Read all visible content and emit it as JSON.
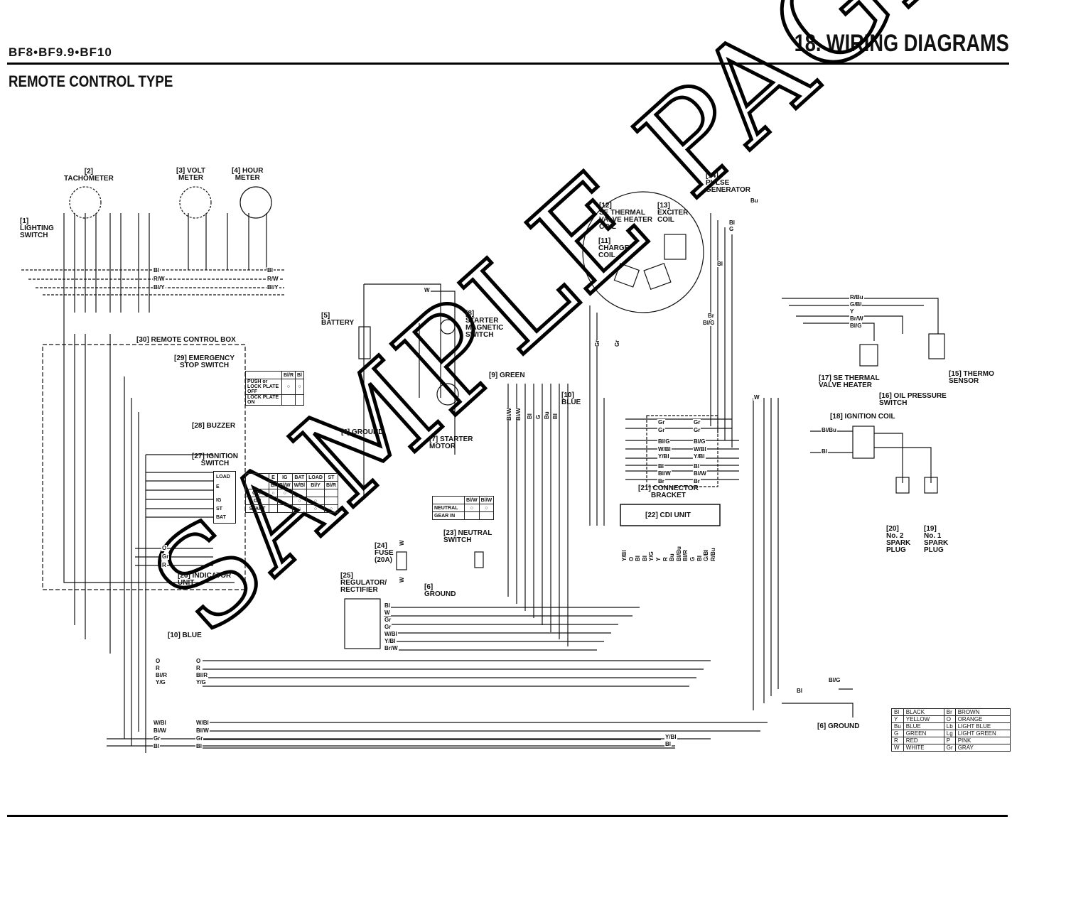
{
  "header": {
    "model": "BF8•BF9.9•BF10",
    "section_title": "18. WIRING DIAGRAMS",
    "subtitle": "REMOTE CONTROL TYPE"
  },
  "watermark": "SAMPLE PAGE",
  "components": {
    "lighting_switch": "[1]\nLIGHTING\nSWITCH",
    "tachometer": "[2]\nTACHOMETER",
    "volt_meter": "[3] VOLT\nMETER",
    "hour_meter": "[4] HOUR\nMETER",
    "battery": "[5]\nBATTERY",
    "ground_6a": "[6] GROUND",
    "ground_6b": "[6]\nGROUND",
    "ground_6c": "[6] GROUND",
    "starter_motor": "[7] STARTER\nMOTOR",
    "starter_magnetic_switch": "[8]\nSTARTER\nMAGNETIC\nSWITCH",
    "green_connector": "[9] GREEN",
    "blue_connector": "[10]\nBLUE",
    "blue_connector_2": "[10] BLUE",
    "charge_coil": "[11]\nCHARGE\nCOIL",
    "se_thermal_valve_heater_coil": "[12]\nSE THERMAL\nVALVE HEATER\nCOIL",
    "exciter_coil": "[13]\nEXCITER\nCOIL",
    "pulse_generator": "[14]\nPULSE\nGENERATOR",
    "thermo_sensor": "[15] THERMO\nSENSOR",
    "oil_pressure_switch": "[16] OIL PRESSURE\nSWITCH",
    "se_thermal_valve_heater": "[17] SE THERMAL\nVALVE HEATER",
    "ignition_coil": "[18] IGNITION COIL",
    "spark_plug_1": "[19]\nNo. 1\nSPARK\nPLUG",
    "spark_plug_2": "[20]\nNo. 2\nSPARK\nPLUG",
    "connector_bracket": "[21] CONNECTOR\nBRACKET",
    "cdi_unit": "[22] CDI UNIT",
    "neutral_switch": "[23] NEUTRAL\nSWITCH",
    "fuse": "[24]\nFUSE\n(20A)",
    "regulator_rectifier": "[25]\nREGULATOR/\nRECTIFIER",
    "indicator_unit": "[26] INDICATOR\nUNIT",
    "ignition_switch": "[27] IGNITION\nSWITCH",
    "buzzer": "[28] BUZZER",
    "emergency_stop_switch": "[29] EMERGENCY\nSTOP SWITCH",
    "remote_control_box": "[30] REMOTE CONTROL BOX"
  },
  "ignition_terminals": [
    "LOAD",
    "E",
    "IG",
    "ST",
    "BAT"
  ],
  "emergency_stop_table": {
    "headers": [
      "Bl/R",
      "Bl"
    ],
    "rows": [
      "PUSH or LOCK PLATE OFF",
      "LOCK PLATE ON"
    ]
  },
  "ignition_table": {
    "headers": [
      "E",
      "IG",
      "BAT",
      "LOAD",
      "ST"
    ],
    "wires": [
      "Bl",
      "Bl/W",
      "W/Bl",
      "Bl/Y",
      "Bl/R"
    ],
    "rows": [
      "OFF",
      "ON",
      "START"
    ]
  },
  "neutral_table": {
    "headers": [
      "Bl/W",
      "Bl/W"
    ],
    "rows": [
      "NEUTRAL",
      "GEAR IN"
    ]
  },
  "cdi_pins": [
    "Y/Bl",
    "O",
    "Bl",
    "Bl",
    "Y/G",
    "Y",
    "R",
    "Bu",
    "Bl/Bu",
    "Bl/R",
    "G",
    "Bl",
    "G/Bl",
    "R/Bu"
  ],
  "green_connector_wires": [
    "Bl/W",
    "Bl/W"
  ],
  "blue_connector_wires": [
    "Bl",
    "G",
    "Bu",
    "Bl"
  ],
  "connector_bracket_wires": [
    "Gr",
    "Gr",
    "Bl/G",
    "W/Bl",
    "Y/Bl",
    "Bl",
    "Bl/W",
    "Br"
  ],
  "regulator_wires": [
    "Bl",
    "W",
    "Gr",
    "Gr",
    "W/Bl",
    "Y/Bl",
    "Br/W"
  ],
  "blue_connector_2_wires": [
    "O",
    "R",
    "Bl/R",
    "Y/G"
  ],
  "bottom_connector_wires": [
    "W/Bl",
    "Bl/W",
    "Gr",
    "Bl"
  ],
  "indicator_wires": [
    "O",
    "Gr",
    "R"
  ],
  "meter_wires": [
    "Bl",
    "R/W",
    "Bl/Y"
  ],
  "sensor_wires": [
    "R/Bu",
    "G/Bl",
    "Y",
    "Br/W",
    "Bl/G"
  ],
  "ignition_coil_wires": [
    "Bl/Bu",
    "Bl"
  ],
  "misc_wires": {
    "w": "W",
    "bu": "Bu",
    "bl": "Bl",
    "g": "G",
    "br": "Br",
    "blg": "Bl/G",
    "ybl": "Y/Bl",
    "gr": "Gr"
  },
  "color_legend": [
    [
      "Bl",
      "BLACK",
      "Br",
      "BROWN"
    ],
    [
      "Y",
      "YELLOW",
      "O",
      "ORANGE"
    ],
    [
      "Bu",
      "BLUE",
      "Lb",
      "LIGHT BLUE"
    ],
    [
      "G",
      "GREEN",
      "Lg",
      "LIGHT GREEN"
    ],
    [
      "R",
      "RED",
      "P",
      "PINK"
    ],
    [
      "W",
      "WHITE",
      "Gr",
      "GRAY"
    ]
  ]
}
